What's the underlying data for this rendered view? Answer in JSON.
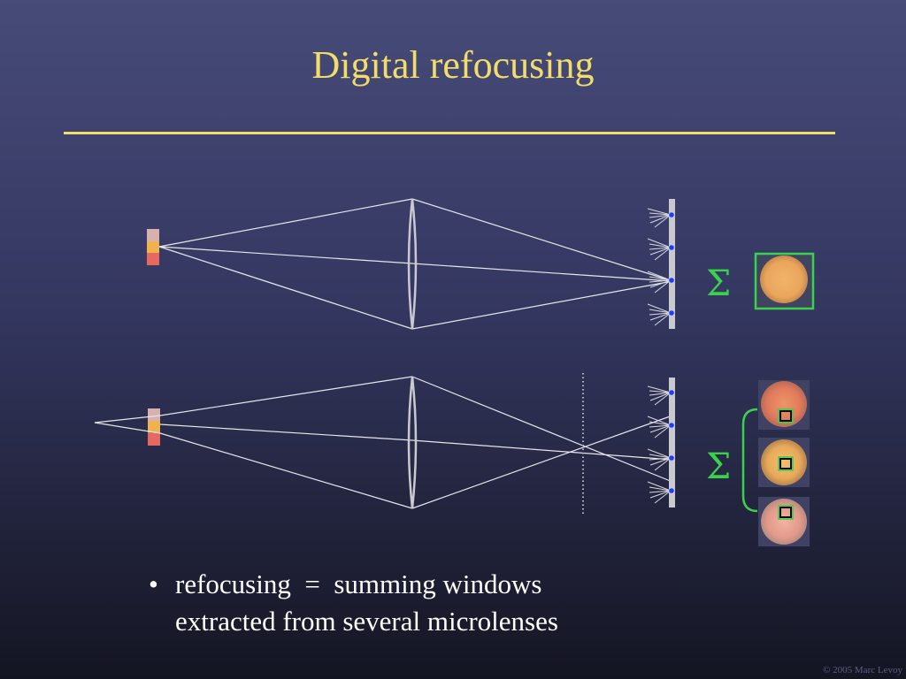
{
  "title": "Digital refocusing",
  "sigma_symbol": "Σ",
  "bullet": {
    "marker": "•",
    "line1": "refocusing  =  summing windows",
    "line2": "extracted from several microlenses"
  },
  "copyright": "© 2005 Marc Levoy",
  "colors": {
    "title": "#f2dd6b",
    "sigma": "#39d24c",
    "microlens_dot": "#1f3cff",
    "highlight": "#39d24c"
  }
}
